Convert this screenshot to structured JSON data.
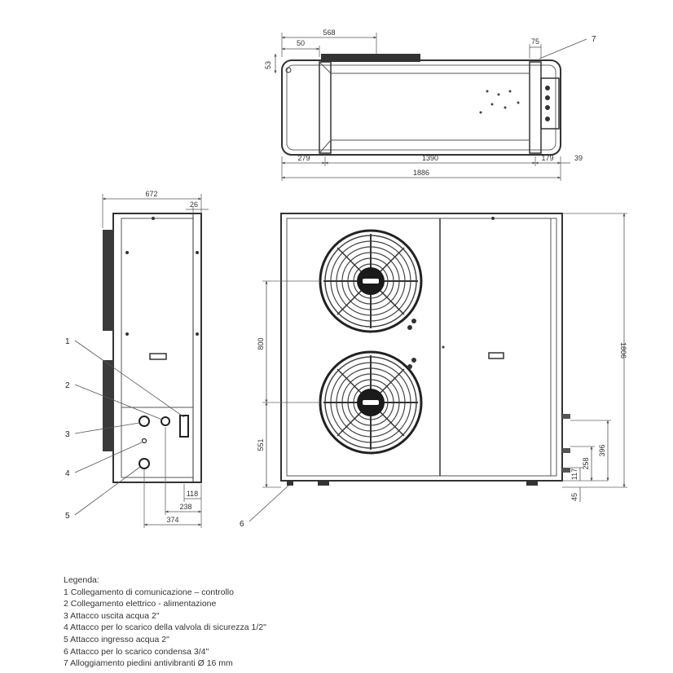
{
  "top_view": {
    "dims": {
      "d568": "568",
      "d50": "50",
      "d53": "53",
      "d75": "75",
      "d279": "279",
      "d1390": "1390",
      "d179": "179",
      "d39": "39",
      "d1886": "1886"
    },
    "callout": "7"
  },
  "side_view": {
    "dims": {
      "d672": "672",
      "d26": "26",
      "d118": "118",
      "d238": "238",
      "d374": "374"
    },
    "callouts": [
      "1",
      "2",
      "3",
      "4",
      "5"
    ]
  },
  "front_view": {
    "dims": {
      "d800": "800",
      "d551": "551",
      "d1806": "1806",
      "d396": "396",
      "d258": "258",
      "d117": "117",
      "d45": "45"
    },
    "callout": "6"
  },
  "legend": {
    "title": "Legenda:",
    "items": [
      "1 Collegamento di comunicazione – controllo",
      "2 Collegamento elettrico - alimentazione",
      "3 Attacco uscita acqua 2\"",
      "4 Attacco per lo scarico della valvola di sicurezza 1/2\"",
      "5 Attacco ingresso acqua 2\"",
      "6 Attacco per lo scarico condensa 3/4\"",
      "7 Alloggiamento piedini antivibranti Ø 16 mm"
    ]
  }
}
